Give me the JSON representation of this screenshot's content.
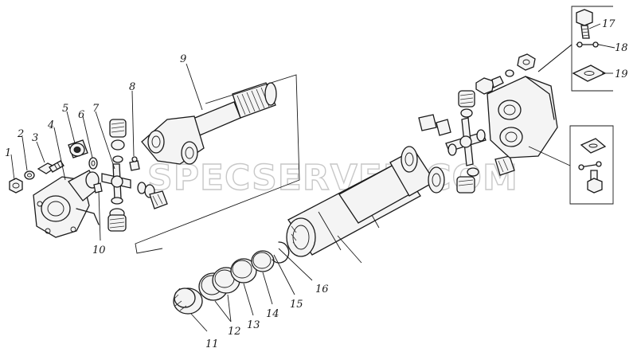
{
  "watermark": "SPECSERVER.COM",
  "callouts": [
    "1",
    "2",
    "3",
    "4",
    "5",
    "6",
    "7",
    "8",
    "9",
    "10",
    "11",
    "12",
    "13",
    "14",
    "15",
    "16",
    "17",
    "18",
    "19"
  ]
}
